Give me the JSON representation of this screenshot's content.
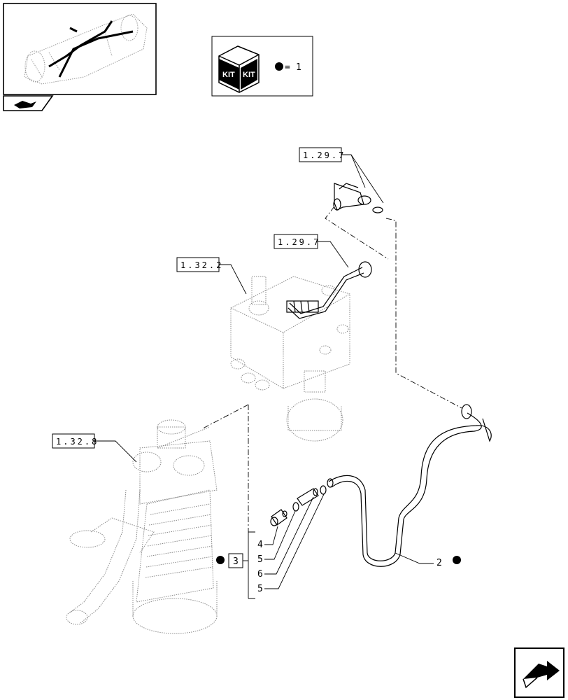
{
  "kit_legend": {
    "kit_text_1": "KIT",
    "kit_text_2": "KIT",
    "equals": "=",
    "value": "1"
  },
  "reference_labels": {
    "ref_top": "1.29.7",
    "ref_mid": "1.29.7",
    "ref_valve": "1.32.2",
    "ref_filter": "1.32.8"
  },
  "parts": {
    "kit_number": "3",
    "stack": [
      "4",
      "5",
      "6",
      "5"
    ],
    "pipe_number": "2"
  },
  "colors": {
    "line": "#000000",
    "ghost": "#8a8a8a",
    "dot": "#000000"
  }
}
